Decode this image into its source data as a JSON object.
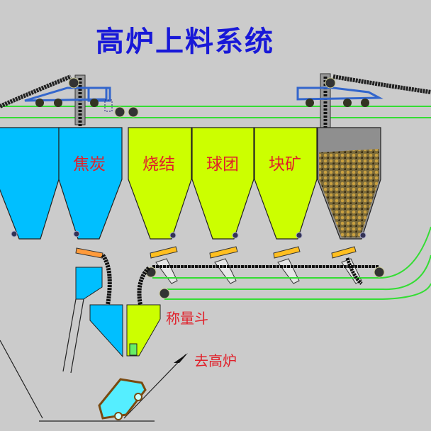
{
  "title": "高炉上料系统",
  "bins": [
    {
      "label": "",
      "material": "coke",
      "color": "#00bfff"
    },
    {
      "label": "焦炭",
      "material": "coke",
      "color": "#00bfff"
    },
    {
      "label": "烧结",
      "material": "sinter",
      "color": "#ccff00"
    },
    {
      "label": "球团",
      "material": "pellet",
      "color": "#ccff00"
    },
    {
      "label": "块矿",
      "material": "lump-ore",
      "color": "#ccff00"
    },
    {
      "label": "",
      "material": "ore-filled",
      "color": "#8a8a8a"
    }
  ],
  "weigh_hopper_label": "称量斗",
  "to_furnace_label": "去高炉",
  "colors": {
    "background": "#cbcbcb",
    "belt": "#33dd33",
    "title": "#1818d8",
    "label": "#e0202a"
  }
}
